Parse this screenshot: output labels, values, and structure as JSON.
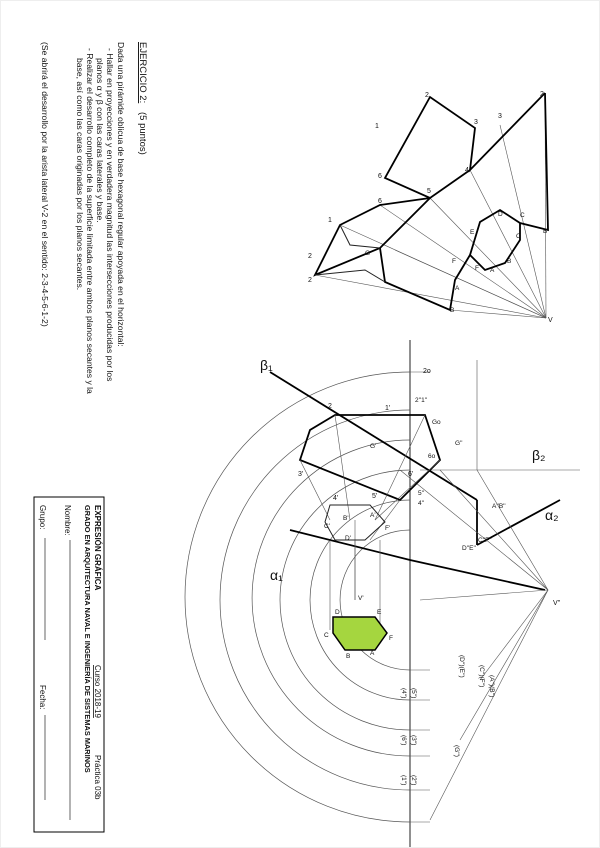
{
  "exercise": {
    "title": "EJERCICIO 2:",
    "points": "(5 puntos)",
    "statement": "Dada una pirámide oblicua de base hexagonal regular apoyada en el horizontal:",
    "item1_a": "- Hallar en proyecciones y en verdadera magnitud las intersecciones producidas por los",
    "item1_b": "planos α y β con las caras laterales y base.",
    "item2_a": "- Realizar el desarrollo completo de la superficie limitada entre ambos planos secantes y la",
    "item2_b": "base, así como las caras originadas por los planos secantes.",
    "note": "(Se abrirá el desarrollo por la arista lateral V-2 en el sentido: 2-3-4-5-6-1-2)"
  },
  "title_block": {
    "line1": "EXPRESIÓN GRÁFICA",
    "course": "Curso 2018-19",
    "practice": "Práctica 03b",
    "line2": "GRADO EN ARQUITECTURA NAVAL E INGENIERÍA DE SISTEMAS MARINOS",
    "name_label": "Nombre:",
    "group_label": "Grupo:",
    "date_label": "Fecha:"
  },
  "planes": {
    "beta1": "β₁",
    "beta2": "β₂",
    "alpha1": "α₁",
    "alpha2": "α₂"
  },
  "labels": {
    "dev_vertices": [
      "1",
      "2",
      "3",
      "4",
      "5",
      "6",
      "1",
      "2",
      "A",
      "B",
      "C",
      "D",
      "E",
      "F",
      "G",
      "V"
    ],
    "plan_points": [
      "2",
      "1",
      "3",
      "4",
      "5",
      "6",
      "A",
      "B",
      "C",
      "D",
      "E",
      "F",
      "V",
      "G",
      "Go",
      "6o",
      "2o"
    ],
    "elev_points": [
      "V''",
      "A''B''",
      "C''F''",
      "D''E''",
      "5''",
      "4''",
      "3''",
      "6''",
      "2''",
      "1''",
      "G''"
    ],
    "true_mag": [
      "(A'')(B'')",
      "(C'')(F'')",
      "(D'')(E'')",
      "(5'')",
      "(4'')",
      "(3'')",
      "(6'')",
      "(G'')",
      "(2'')",
      "(1'')"
    ],
    "base_section": [
      "A",
      "B",
      "C",
      "D",
      "E",
      "F"
    ]
  },
  "colors": {
    "section_fill": "#a5d63f",
    "line": "#222222"
  }
}
